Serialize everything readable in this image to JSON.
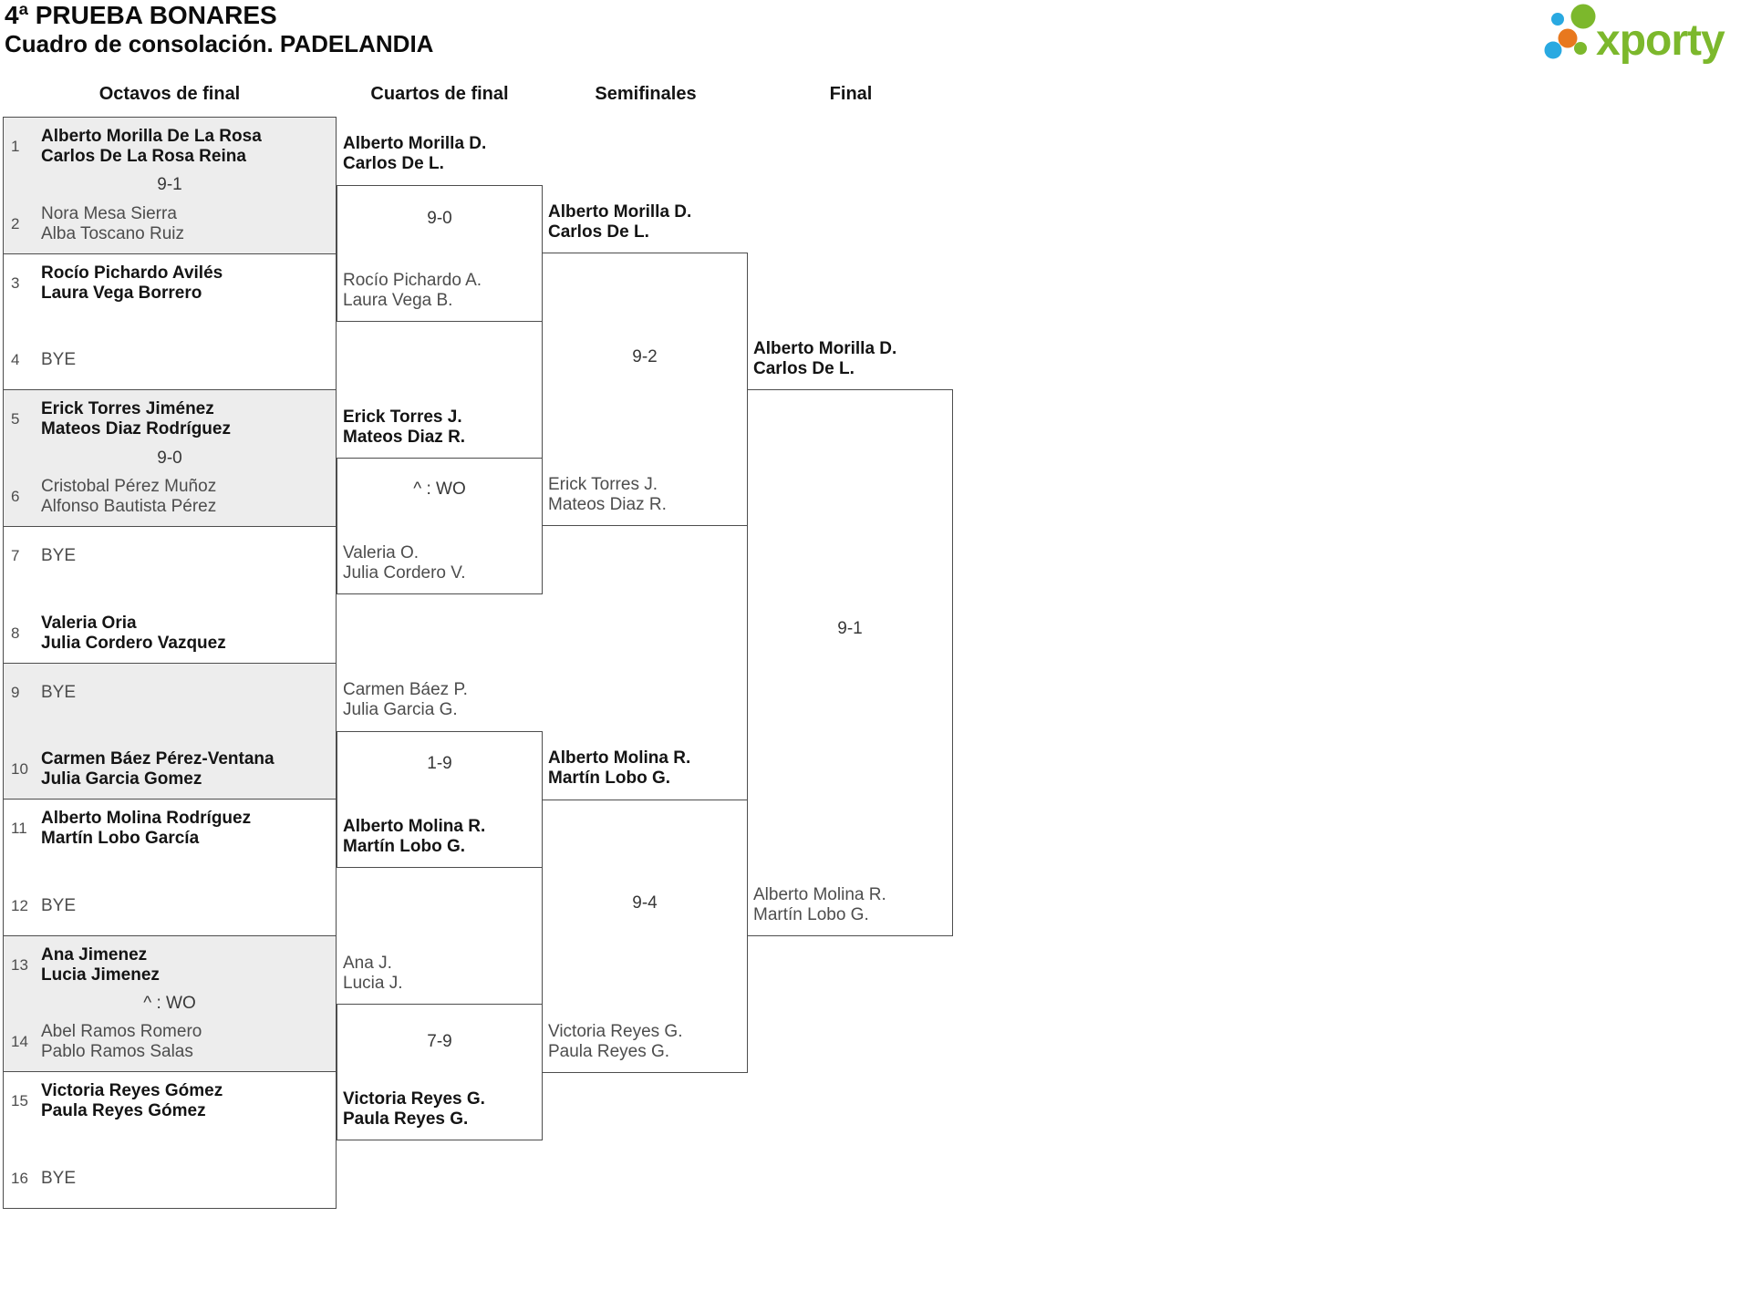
{
  "header": {
    "title": "4ª PRUEBA BONARES",
    "subtitle": "Cuadro de consolación. PADELANDIA"
  },
  "logo": {
    "text": "xporty",
    "green": "#7cb82c",
    "blue": "#29a9e1",
    "orange": "#e8781e"
  },
  "round_headers": {
    "r16": "Octavos de final",
    "qf": "Cuartos de final",
    "sf": "Semifinales",
    "f": "Final"
  },
  "r16": [
    {
      "shaded": true,
      "score": "9-1",
      "top": {
        "seed": "1",
        "line1": "Alberto Morilla De La Rosa",
        "line2": "Carlos De La Rosa Reina",
        "winner": true
      },
      "bottom": {
        "seed": "2",
        "line1": "Nora Mesa Sierra",
        "line2": "Alba Toscano Ruiz",
        "winner": false
      }
    },
    {
      "shaded": false,
      "score": "",
      "top": {
        "seed": "3",
        "line1": "Rocío Pichardo Avilés",
        "line2": "Laura Vega Borrero",
        "winner": true
      },
      "bottom": {
        "seed": "4",
        "line1": "BYE",
        "line2": "",
        "winner": false
      }
    },
    {
      "shaded": true,
      "score": "9-0",
      "top": {
        "seed": "5",
        "line1": "Erick Torres Jiménez",
        "line2": "Mateos Diaz Rodríguez",
        "winner": true
      },
      "bottom": {
        "seed": "6",
        "line1": "Cristobal Pérez Muñoz",
        "line2": "Alfonso Bautista Pérez",
        "winner": false
      }
    },
    {
      "shaded": false,
      "score": "",
      "top": {
        "seed": "7",
        "line1": "BYE",
        "line2": "",
        "winner": false
      },
      "bottom": {
        "seed": "8",
        "line1": "Valeria Oria",
        "line2": "Julia Cordero Vazquez",
        "winner": true
      }
    },
    {
      "shaded": true,
      "score": "",
      "top": {
        "seed": "9",
        "line1": "BYE",
        "line2": "",
        "winner": false
      },
      "bottom": {
        "seed": "10",
        "line1": "Carmen Báez Pérez-Ventana",
        "line2": "Julia Garcia Gomez",
        "winner": true
      }
    },
    {
      "shaded": false,
      "score": "",
      "top": {
        "seed": "11",
        "line1": "Alberto Molina Rodríguez",
        "line2": "Martín Lobo García",
        "winner": true
      },
      "bottom": {
        "seed": "12",
        "line1": "BYE",
        "line2": "",
        "winner": false
      }
    },
    {
      "shaded": true,
      "score": "^ : WO",
      "top": {
        "seed": "13",
        "line1": "Ana Jimenez",
        "line2": "Lucia Jimenez",
        "winner": true
      },
      "bottom": {
        "seed": "14",
        "line1": "Abel Ramos Romero",
        "line2": "Pablo Ramos Salas",
        "winner": false
      }
    },
    {
      "shaded": false,
      "score": "",
      "top": {
        "seed": "15",
        "line1": "Victoria Reyes Gómez",
        "line2": "Paula Reyes Gómez",
        "winner": true
      },
      "bottom": {
        "seed": "16",
        "line1": "BYE",
        "line2": "",
        "winner": false
      }
    }
  ],
  "qf": [
    {
      "score": "9-0",
      "top": {
        "line1": "Alberto Morilla D.",
        "line2": "Carlos De L.",
        "winner": true
      },
      "bottom": {
        "line1": "Rocío Pichardo A.",
        "line2": "Laura Vega B.",
        "winner": false
      }
    },
    {
      "score": "^ : WO",
      "top": {
        "line1": "Erick Torres J.",
        "line2": "Mateos Diaz R.",
        "winner": true
      },
      "bottom": {
        "line1": "Valeria O.",
        "line2": "Julia Cordero V.",
        "winner": false
      }
    },
    {
      "score": "1-9",
      "top": {
        "line1": "Carmen Báez P.",
        "line2": "Julia Garcia G.",
        "winner": false
      },
      "bottom": {
        "line1": "Alberto Molina R.",
        "line2": "Martín Lobo G.",
        "winner": true
      }
    },
    {
      "score": "7-9",
      "top": {
        "line1": "Ana J.",
        "line2": "Lucia J.",
        "winner": false
      },
      "bottom": {
        "line1": "Victoria Reyes G.",
        "line2": "Paula Reyes G.",
        "winner": true
      }
    }
  ],
  "sf": [
    {
      "score": "9-2",
      "top": {
        "line1": "Alberto Morilla D.",
        "line2": "Carlos De L.",
        "winner": true
      },
      "bottom": {
        "line1": "Erick Torres J.",
        "line2": "Mateos Diaz R.",
        "winner": false
      }
    },
    {
      "score": "9-4",
      "top": {
        "line1": "Alberto Molina R.",
        "line2": "Martín Lobo G.",
        "winner": true
      },
      "bottom": {
        "line1": "Victoria Reyes G.",
        "line2": "Paula Reyes G.",
        "winner": false
      }
    }
  ],
  "final": {
    "score": "9-1",
    "top": {
      "line1": "Alberto Morilla D.",
      "line2": "Carlos De L.",
      "winner": true
    },
    "bottom": {
      "line1": "Alberto Molina R.",
      "line2": "Martín Lobo G.",
      "winner": false
    }
  }
}
